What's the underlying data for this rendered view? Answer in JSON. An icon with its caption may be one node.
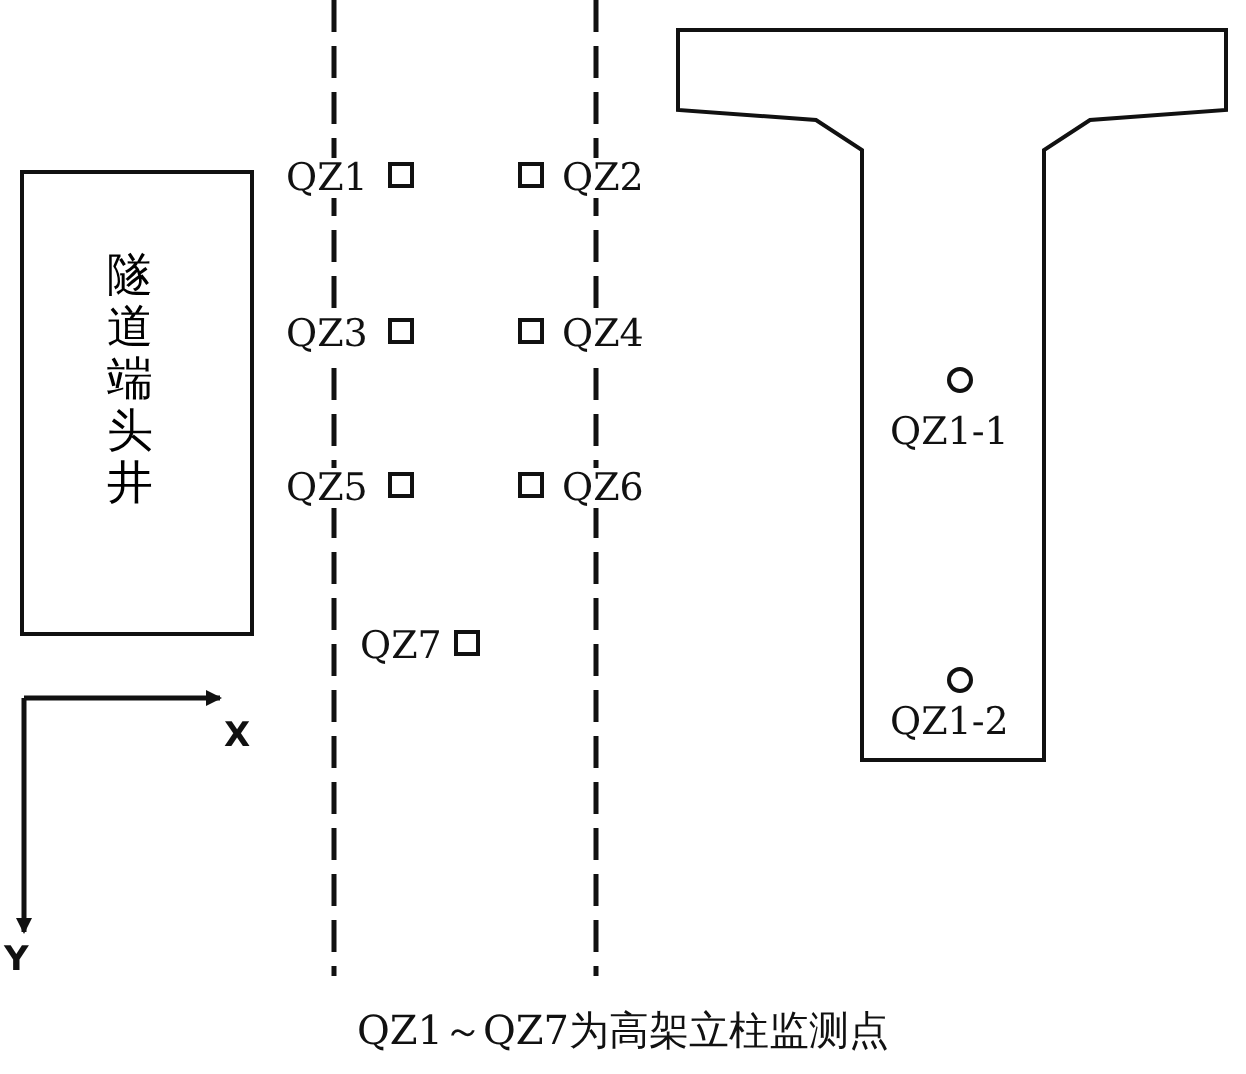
{
  "diagram": {
    "caption": "QZ1～QZ7为高架立柱监测点",
    "nodes": [
      {
        "text": [
          "隧道端头井"
        ]
      }
    ],
    "labels": [
      "QZ1",
      "QZ2",
      "QZ3",
      "QZ4",
      "QZ1-1",
      "QZ5",
      "QZ6",
      "QZ7",
      "X",
      "QZ1-2",
      "Y"
    ]
  }
}
